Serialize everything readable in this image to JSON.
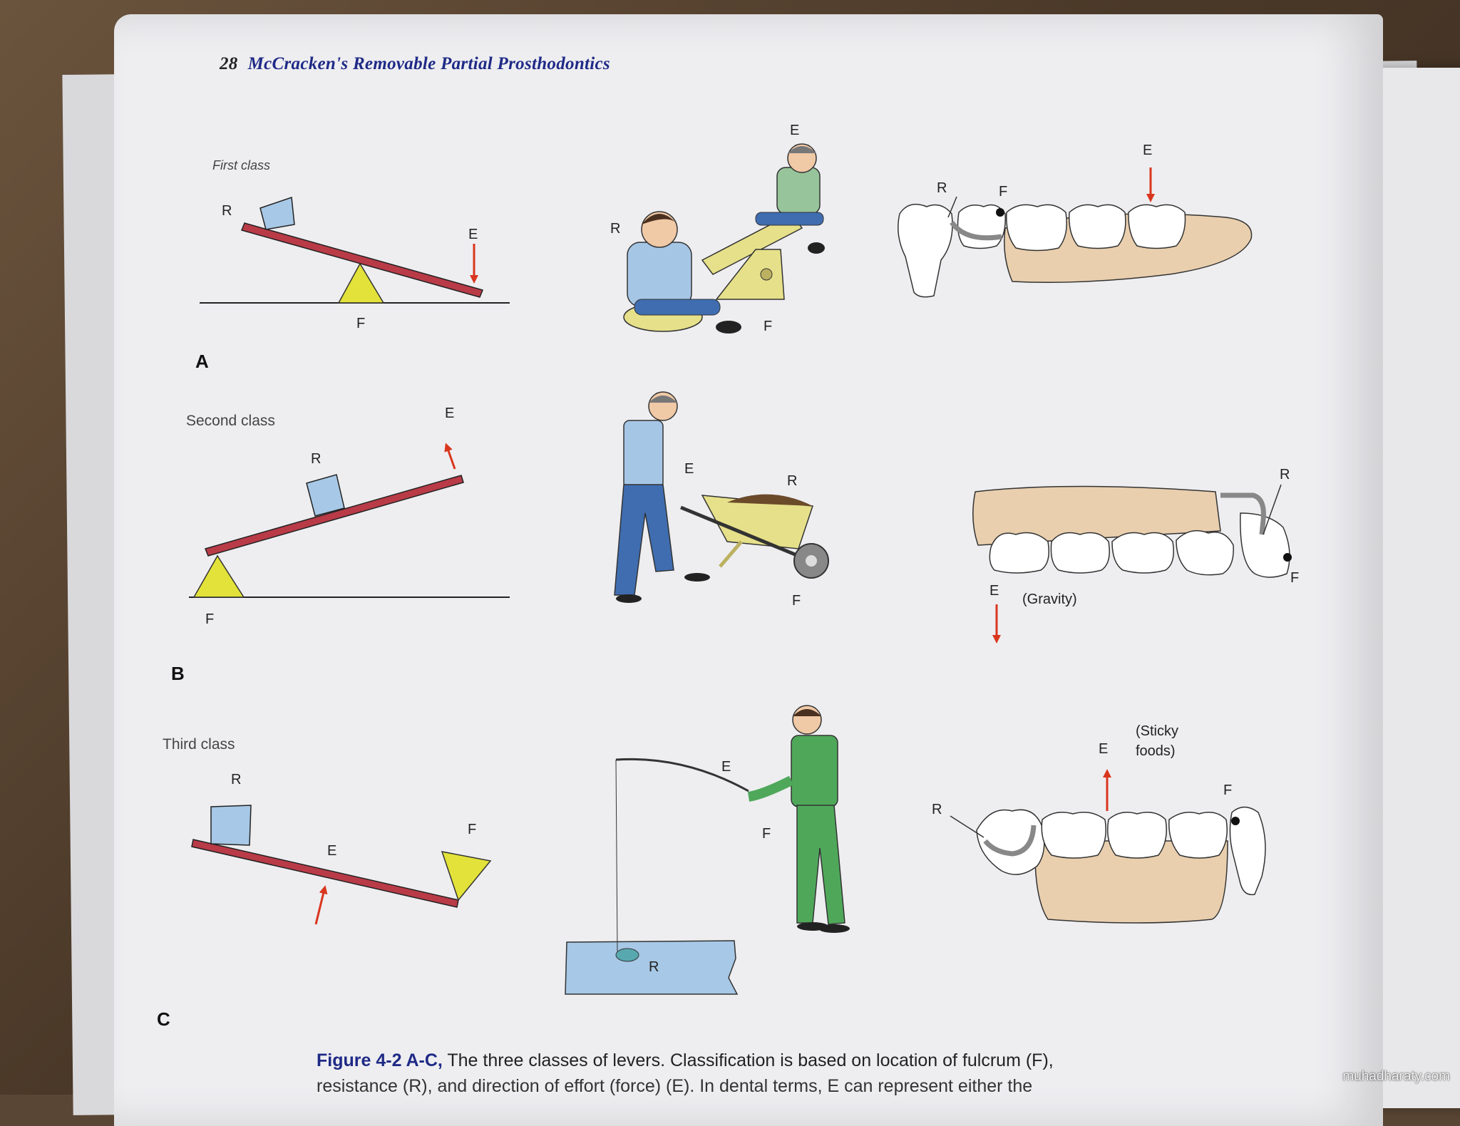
{
  "header": {
    "page_number": "28",
    "book_title": "McCracken's Removable Partial Prosthodontics"
  },
  "panels": {
    "a": {
      "class_label": "First class",
      "panel_letter": "A"
    },
    "b": {
      "class_label": "Second class",
      "panel_letter": "B"
    },
    "c": {
      "class_label": "Third class",
      "panel_letter": "C"
    }
  },
  "letters": {
    "r": "R",
    "e": "E",
    "f": "F"
  },
  "annotations": {
    "gravity": "(Gravity)",
    "sticky_line1": "(Sticky",
    "sticky_line2": "foods)"
  },
  "caption": {
    "figure": "Figure 4-2  A-C,",
    "line1": " The three classes of levers. Classification is based on location of fulcrum (F),",
    "line2": "resistance (R), and direction of effort (force) (E). In dental terms, E can represent either the"
  },
  "watermark": "muhadharaty.com",
  "colors": {
    "lever": "#b83b47",
    "fulcrum": "#e2e23a",
    "resistance": "#a7c8e6",
    "arrow": "#d9361e",
    "denture_base": "#e9cfae",
    "title_blue": "#1f2a86"
  }
}
